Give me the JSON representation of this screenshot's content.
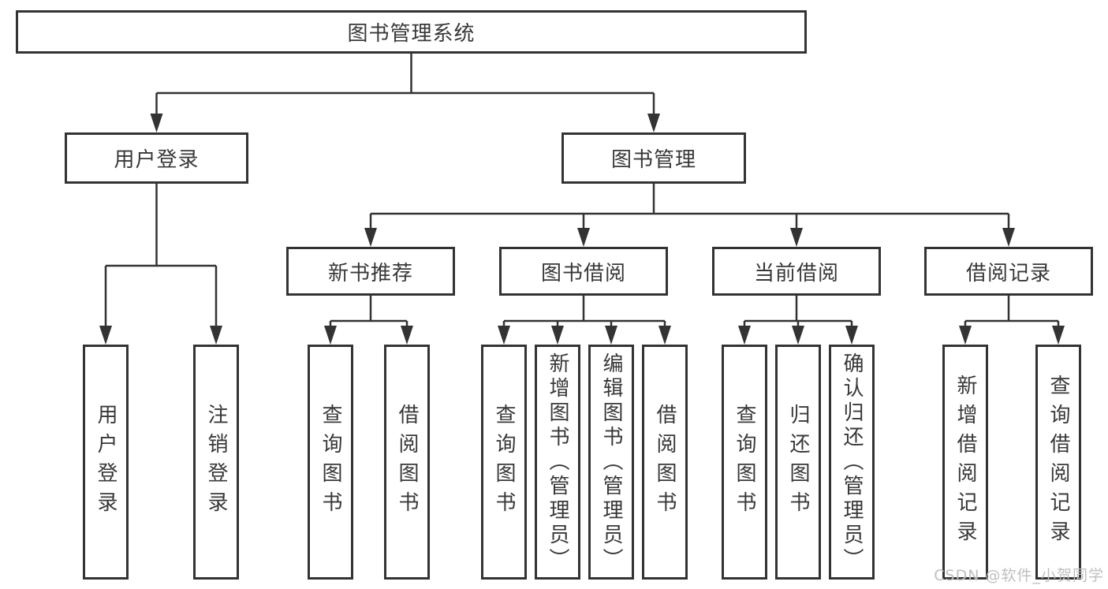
{
  "tree": {
    "root": {
      "label": "图书管理系统"
    },
    "level2": [
      {
        "label": "用户登录",
        "children": [
          {
            "label": "用户登录"
          },
          {
            "label": "注销登录"
          }
        ]
      },
      {
        "label": "图书管理",
        "children": [
          {
            "label": "新书推荐",
            "children": [
              {
                "label": "查询图书"
              },
              {
                "label": "借阅图书"
              }
            ]
          },
          {
            "label": "图书借阅",
            "children": [
              {
                "label": "查询图书"
              },
              {
                "label": "新增图书（管理员）"
              },
              {
                "label": "编辑图书（管理员）"
              },
              {
                "label": "借阅图书"
              }
            ]
          },
          {
            "label": "当前借阅",
            "children": [
              {
                "label": "查询图书"
              },
              {
                "label": "归还图书"
              },
              {
                "label": "确认归还（管理员）"
              }
            ]
          },
          {
            "label": "借阅记录",
            "children": [
              {
                "label": "新增借阅记录"
              },
              {
                "label": "查询借阅记录"
              }
            ]
          }
        ]
      }
    ]
  },
  "watermark": {
    "text": "CSDN @软件_小贺同学"
  },
  "colors": {
    "line": "#333333",
    "box_border": "#333333",
    "text": "#383838",
    "watermark": "#bfbfc1",
    "background": "#ffffff"
  }
}
